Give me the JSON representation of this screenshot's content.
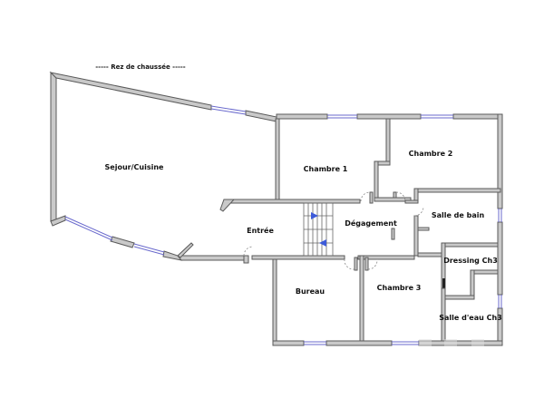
{
  "plan": {
    "title": "-----  Rez de chaussée  -----",
    "level": "Rez de chaussée",
    "rooms": [
      {
        "id": "sejour",
        "label": "Sejour/Cuisine"
      },
      {
        "id": "chambre1",
        "label": "Chambre 1"
      },
      {
        "id": "chambre2",
        "label": "Chambre 2"
      },
      {
        "id": "entree",
        "label": "Entrée"
      },
      {
        "id": "degagement",
        "label": "Dégagement"
      },
      {
        "id": "salle-de-bain",
        "label": "Salle de bain"
      },
      {
        "id": "dressing",
        "label": "Dressing Ch3"
      },
      {
        "id": "bureau",
        "label": "Bureau"
      },
      {
        "id": "chambre3",
        "label": "Chambre 3"
      },
      {
        "id": "salle-eau",
        "label": "Salle d'eau Ch3"
      }
    ],
    "colors": {
      "wall_fill": "#c9c9c9",
      "wall_stroke": "#5a5a5a",
      "window": "#6a6acd",
      "stair_arrow": "#3d5bd9"
    }
  }
}
